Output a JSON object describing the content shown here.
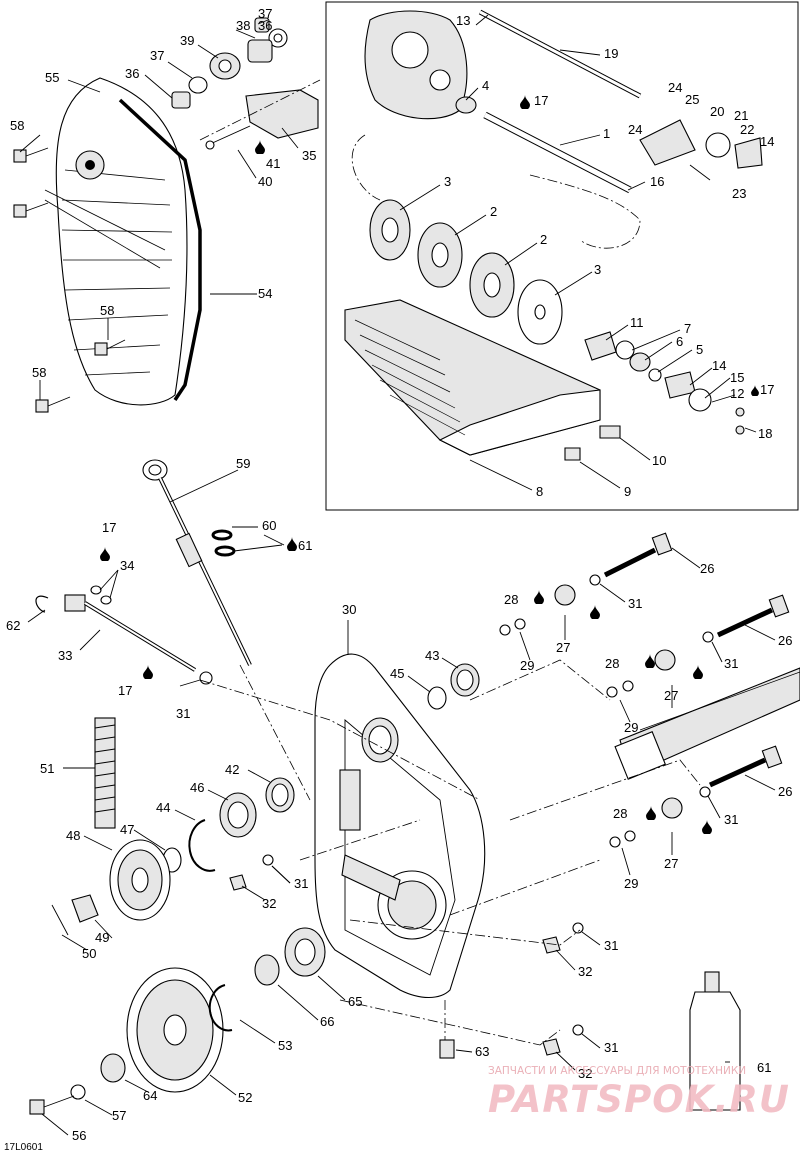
{
  "diagram": {
    "reference_code": "17L0601",
    "watermark": {
      "top_line": "ЗАПЧАСТИ И АКСЕССУАРЫ ДЛЯ МОТОТЕХНИКИ",
      "brand": "PARTSPOK.RU"
    },
    "callouts": [
      "1",
      "2",
      "3",
      "4",
      "5",
      "6",
      "7",
      "8",
      "9",
      "10",
      "11",
      "12",
      "13",
      "14",
      "15",
      "16",
      "17",
      "18",
      "19",
      "20",
      "21",
      "22",
      "23",
      "24",
      "25",
      "26",
      "27",
      "28",
      "29",
      "30",
      "31",
      "32",
      "33",
      "34",
      "35",
      "36",
      "37",
      "38",
      "39",
      "40",
      "41",
      "42",
      "43",
      "44",
      "45",
      "46",
      "47",
      "48",
      "49",
      "50",
      "51",
      "52",
      "53",
      "54",
      "55",
      "56",
      "57",
      "58",
      "59",
      "60",
      "61",
      "62",
      "63",
      "64",
      "65",
      "66"
    ],
    "legend": {
      "lubricant_icon": "oil-drop-icon"
    },
    "colors": {
      "line": "#000000",
      "watermark": "#f2bcc4"
    }
  }
}
